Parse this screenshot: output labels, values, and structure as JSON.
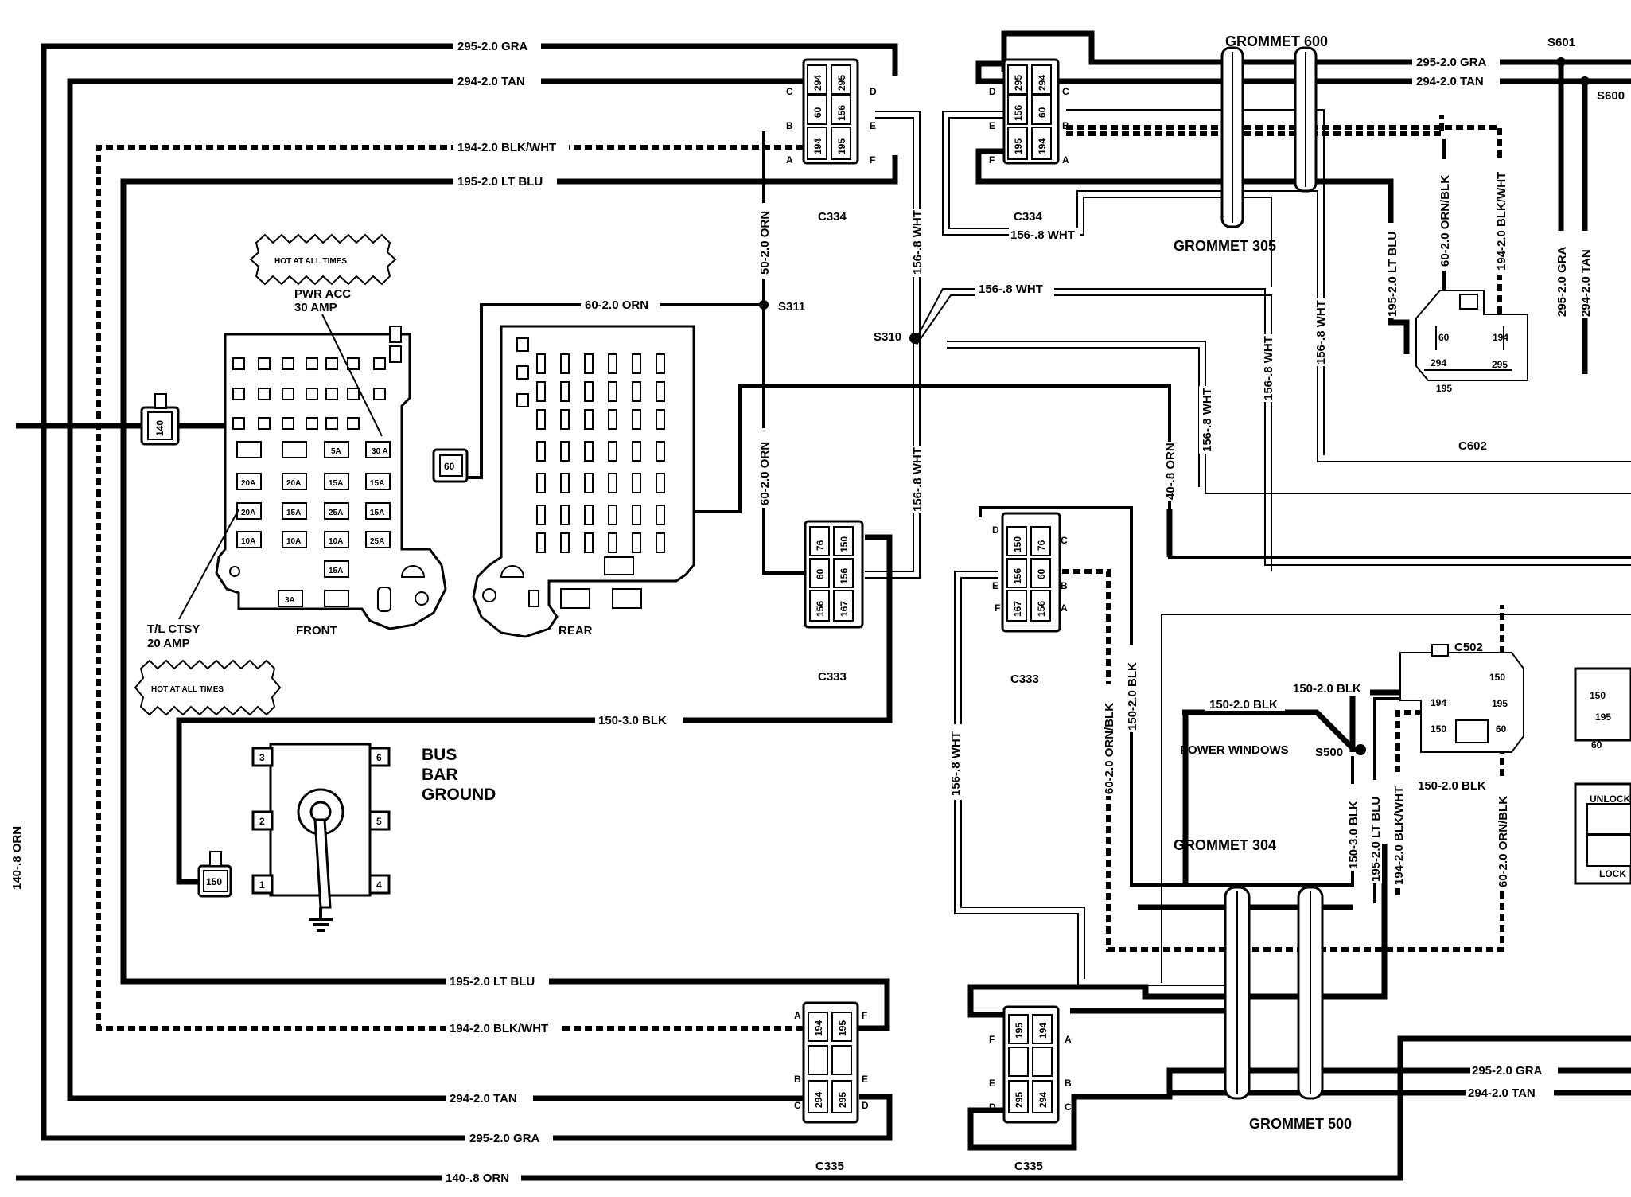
{
  "wires": {
    "w_295_gra": "295-2.0 GRA",
    "w_294_tan": "294-2.0 TAN",
    "w_194_blkwht": "194-2.0 BLK/WHT",
    "w_195_ltblu": "195-2.0 LT BLU",
    "w_60_orn": "60-2.0 ORN",
    "w_50_orn": "50-2.0 ORN",
    "w_156_wht": "156-.8 WHT",
    "w_150_3_blk": "150-3.0 BLK",
    "w_150_2_blk": "150-2.0 BLK",
    "w_40_orn": "40-.8 ORN",
    "w_60_ornblk": "60-2.0 ORN/BLK",
    "w_140_orn": "140-.8 ORN"
  },
  "grommets": {
    "g600": "GROMMET 600",
    "g305": "GROMMET 305",
    "g304": "GROMMET 304",
    "g500": "GROMMET 500"
  },
  "connectors": {
    "c334": "C334",
    "c333": "C333",
    "c335": "C335",
    "c602": "C602",
    "c502": "C502"
  },
  "splices": {
    "s311": "S311",
    "s310": "S310",
    "s500": "S500",
    "s600": "S600",
    "s601": "S601"
  },
  "fuse_block": {
    "hot_label": "HOT AT ALL TIMES",
    "pwr_acc": "PWR ACC",
    "pwr_acc_amp": "30 AMP",
    "tl_ctsy": "T/L CTSY",
    "tl_ctsy_amp": "20 AMP",
    "front": "FRONT",
    "rear": "REAR"
  },
  "bus_bar": {
    "line1": "BUS",
    "line2": "BAR",
    "line3": "GROUND"
  },
  "switches": {
    "power_windows": "POWER WINDOWS",
    "unlock": "UNLOCK",
    "lock": "LOCK"
  },
  "fuses": {
    "f20a": "20A",
    "f15a": "15A",
    "f10a": "10A",
    "f25a": "25A",
    "f5a": "5A",
    "f3a": "3A",
    "f30a": "30 A"
  },
  "circuit_ids": {
    "c60": "60",
    "c140": "140",
    "c150": "150",
    "c156": "156",
    "c167": "167",
    "c76": "76",
    "c194": "194",
    "c195": "195",
    "c294": "294",
    "c295": "295"
  },
  "pins": {
    "a": "A",
    "b": "B",
    "c": "C",
    "d": "D",
    "e": "E",
    "f": "F"
  },
  "bus_terminals": {
    "t1": "1",
    "t2": "2",
    "t3": "3",
    "t4": "4",
    "t5": "5",
    "t6": "6"
  }
}
